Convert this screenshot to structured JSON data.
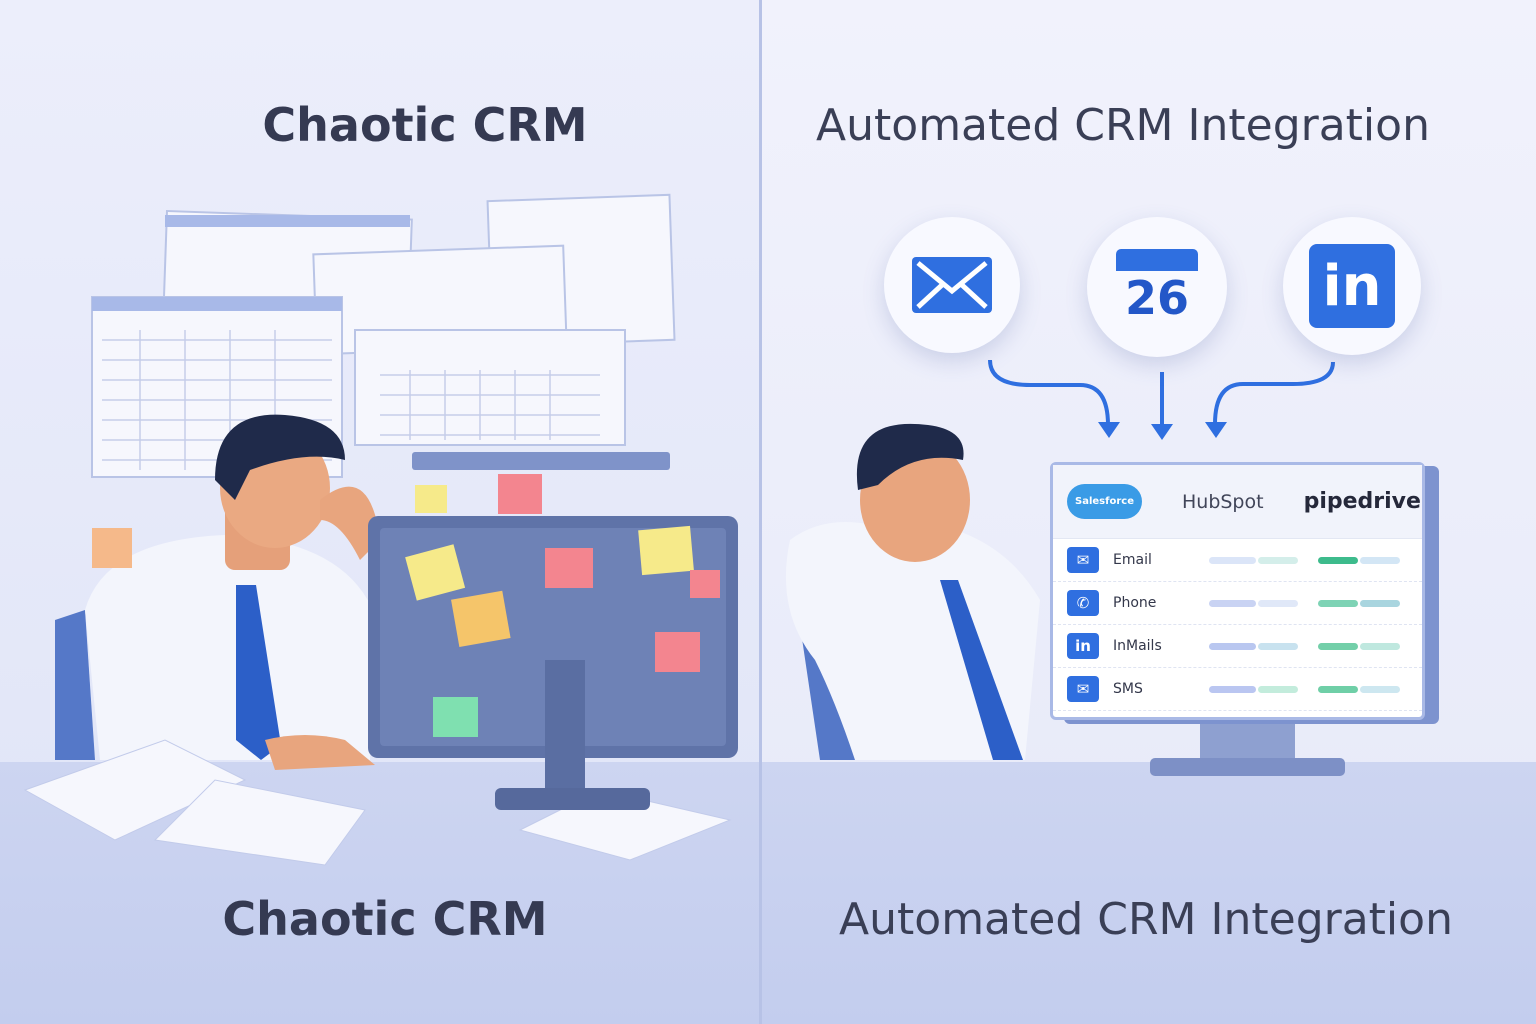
{
  "left": {
    "title_top": "Chaotic CRM",
    "title_bottom": "Chaotic CRM"
  },
  "right": {
    "title_top": "Automated CRM Integration",
    "title_bottom": "Automated CRM Integration",
    "calendar_day": "26",
    "linkedin_label": "in",
    "crm_logos": {
      "salesforce": "Salesforce",
      "hubspot": "HubSpot",
      "pipedrive": "pipedrive"
    },
    "channels": [
      {
        "label": "Email",
        "icon": "✉"
      },
      {
        "label": "Phone",
        "icon": "✆"
      },
      {
        "label": "InMails",
        "icon": "in"
      },
      {
        "label": "SMS",
        "icon": "✉"
      }
    ]
  },
  "colors": {
    "accent": "#2f6fe0",
    "green": "#3dbb8c"
  }
}
